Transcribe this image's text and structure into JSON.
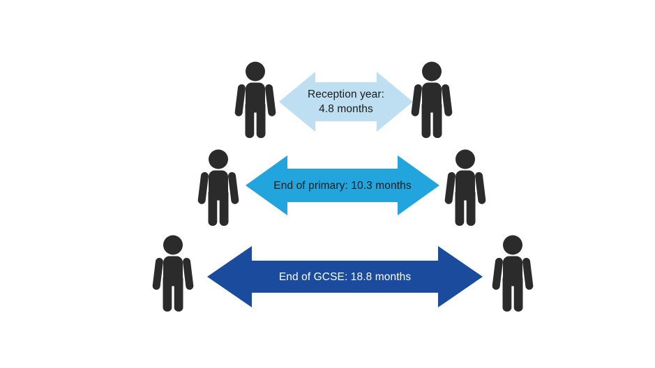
{
  "diagram": {
    "background_color": "#ffffff",
    "person_color": "#2B2B2B",
    "rows": [
      {
        "stage": "Reception year",
        "gap_months": 4.8,
        "label_line1": "Reception year:",
        "label_line2": "4.8 months",
        "arrow_color": "#BEDFF2",
        "text_color": "#1A1A1A"
      },
      {
        "stage": "End of primary",
        "gap_months": 10.3,
        "label_line1": "End of primary: 10.3 months",
        "arrow_color": "#22A5DD",
        "text_color": "#1A1A1A"
      },
      {
        "stage": "End of GCSE",
        "gap_months": 18.8,
        "label_line1": "End of GCSE: 18.8 months",
        "arrow_color": "#1A4B9D",
        "text_color": "#FFFFFF"
      }
    ]
  },
  "chart_data": {
    "type": "pictogram",
    "categories": [
      "Reception year",
      "End of primary",
      "End of GCSE"
    ],
    "values": [
      4.8,
      10.3,
      18.8
    ],
    "unit": "months",
    "title": "",
    "description": "Attainment gap shown as double-headed arrows of increasing length between pairs of person figures"
  }
}
